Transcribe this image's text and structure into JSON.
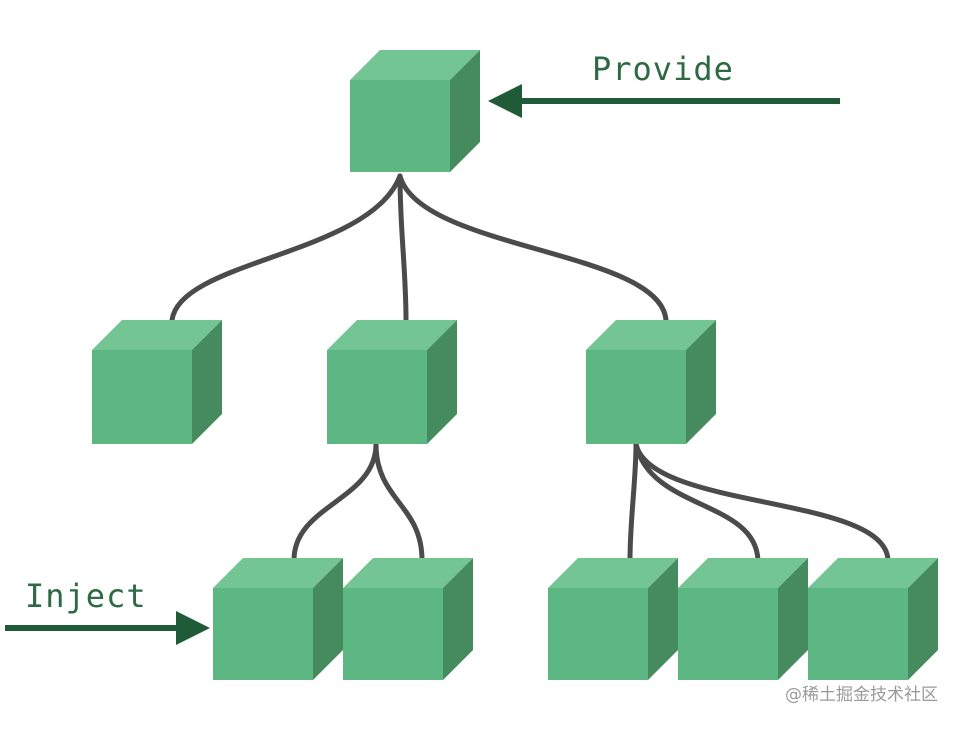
{
  "labels": {
    "provide": "Provide",
    "inject": "Inject"
  },
  "watermark": "@稀土掘金技术社区",
  "colors": {
    "cube_front": "#5db783",
    "cube_top": "#74c594",
    "cube_side": "#458b5d",
    "connector": "#4b4b4b",
    "arrow": "#1e5b36",
    "label_text": "#2d6a44"
  },
  "tree": {
    "root": "component-root",
    "children": [
      {
        "id": "child-1",
        "children": []
      },
      {
        "id": "child-2",
        "children": [
          "grandchild-2a",
          "grandchild-2b"
        ]
      },
      {
        "id": "child-3",
        "children": [
          "grandchild-3a",
          "grandchild-3b",
          "grandchild-3c"
        ]
      }
    ]
  }
}
